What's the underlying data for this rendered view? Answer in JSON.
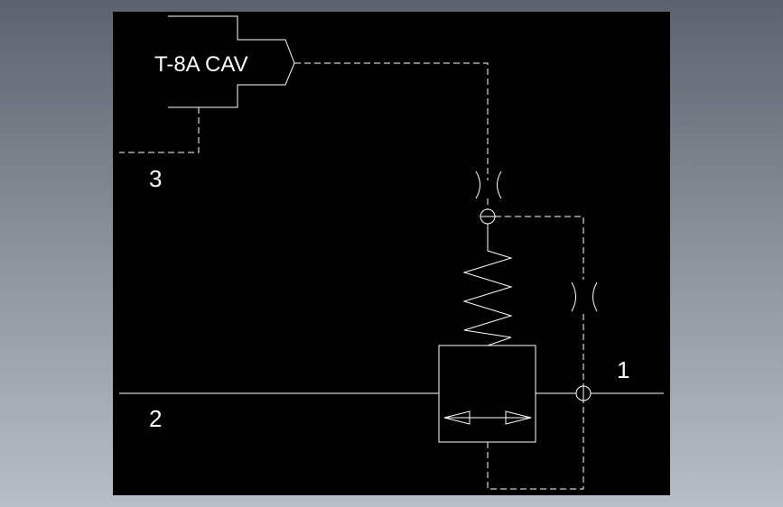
{
  "diagram": {
    "cartridge_label": "T-8A CAV",
    "port_labels": {
      "port1": "1",
      "port2": "2",
      "port3": "3"
    },
    "colors": {
      "background": "#000000",
      "lines": "#ffffff",
      "frame": "#8d939d"
    }
  }
}
